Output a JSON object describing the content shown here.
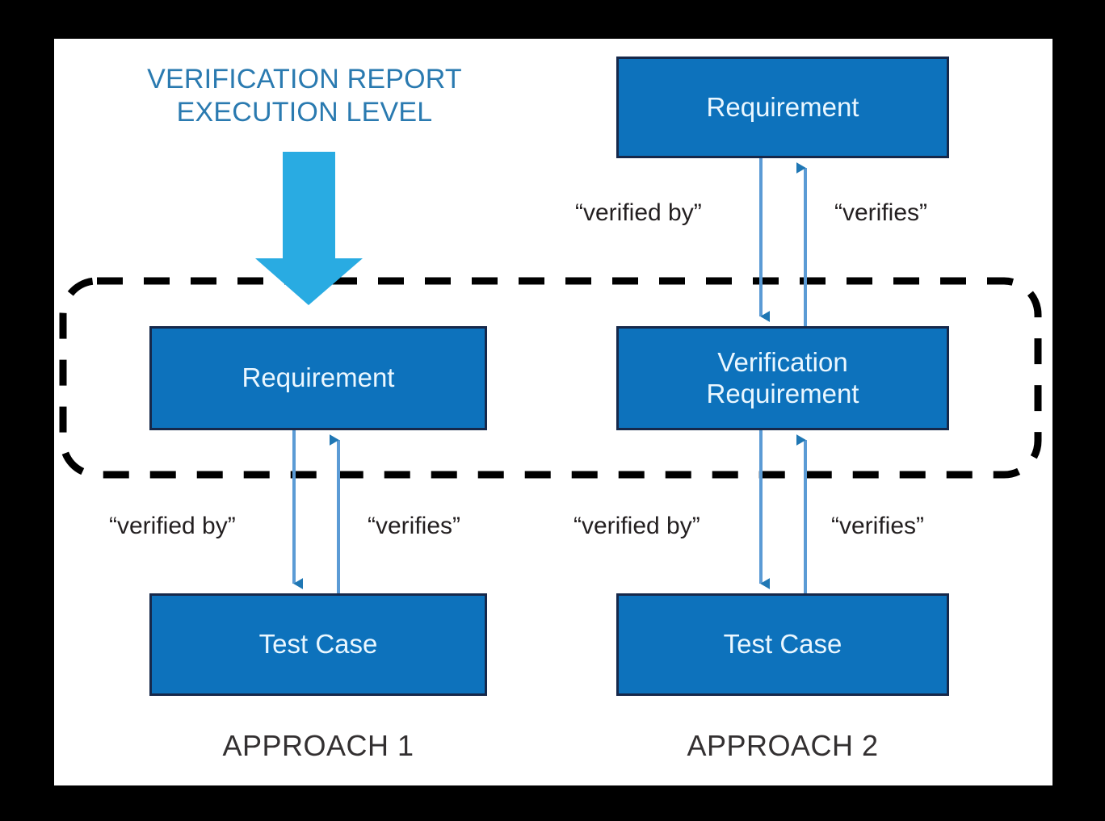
{
  "diagram": {
    "title": "VERIFICATION REPORT\nEXECUTION LEVEL",
    "colors": {
      "frame": "#000000",
      "canvas": "#ffffff",
      "node_fill": "#0d72bc",
      "node_border": "#16284a",
      "node_text": "#eaf7ff",
      "title_text": "#2a7ab0",
      "big_arrow": "#29abe2",
      "connector_line": "#5b9bd5",
      "connector_head": "#1f77b4",
      "dashed_region": "#000000",
      "label_text": "#231f20",
      "caption_text": "#333031"
    },
    "big_arrow": {
      "name": "execution-level-pointer",
      "direction": "down"
    },
    "dashed_region": {
      "name": "execution-level-boundary",
      "style": "dashed-rounded-rectangle"
    },
    "nodes": [
      {
        "id": "req-top-right",
        "label": "Requirement",
        "column": "approach-2"
      },
      {
        "id": "req-left",
        "label": "Requirement",
        "column": "approach-1"
      },
      {
        "id": "verif-req",
        "label": "Verification\nRequirement",
        "column": "approach-2"
      },
      {
        "id": "test-left",
        "label": "Test Case",
        "column": "approach-1"
      },
      {
        "id": "test-right",
        "label": "Test Case",
        "column": "approach-2"
      }
    ],
    "edge_labels": {
      "req_to_verifreq_verified_by": "“verified by”",
      "verifreq_to_req_verifies": "“verifies”",
      "a1_req_to_test_verified_by": "“verified by”",
      "a1_test_to_req_verifies": "“verifies”",
      "a2_verifreq_to_test_verified_by": "“verified by”",
      "a2_test_to_verifreq_verifies": "“verifies”"
    },
    "captions": {
      "approach_1": "APPROACH 1",
      "approach_2": "APPROACH 2"
    }
  }
}
